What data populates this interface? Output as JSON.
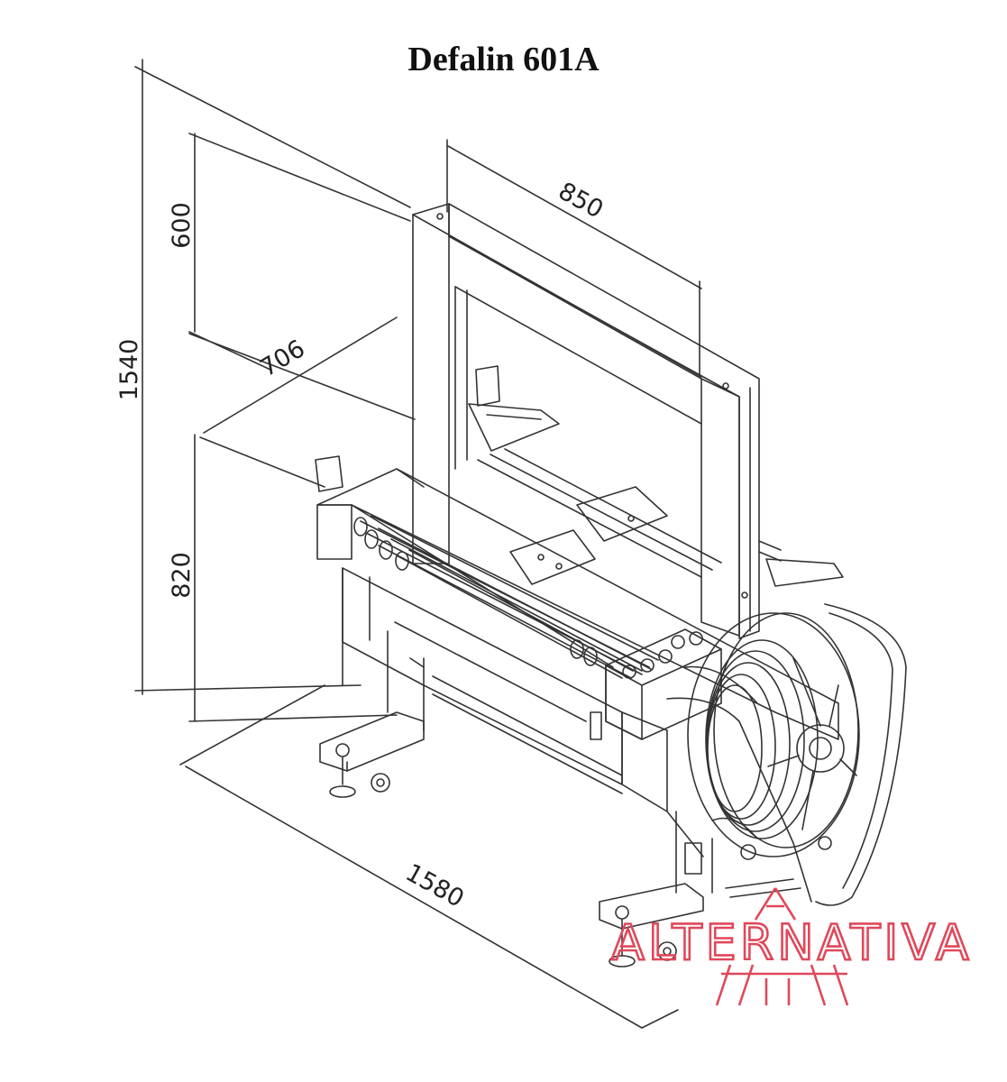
{
  "title": "Defalin 601A",
  "dimensions": {
    "total_height": "1540",
    "arch_height": "600",
    "table_height": "820",
    "depth": "706",
    "arch_width": "850",
    "length": "1580"
  },
  "watermark": "ALTERNATIVA",
  "colors": {
    "line": "#333333",
    "watermark": "#e0485a"
  }
}
